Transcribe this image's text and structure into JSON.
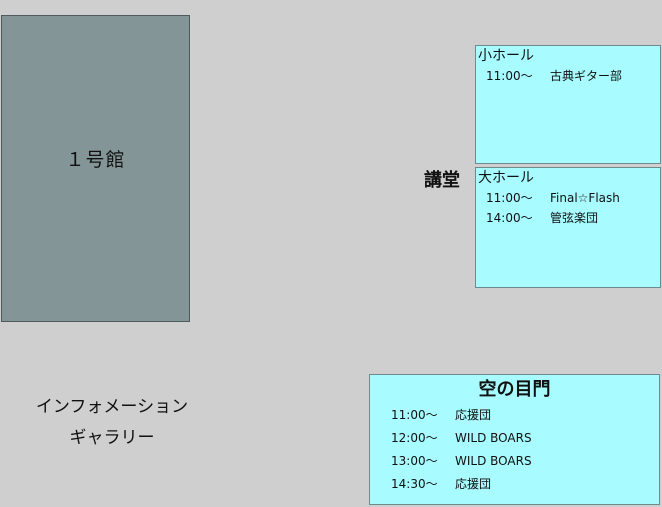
{
  "building": {
    "label": "１号館"
  },
  "venue": {
    "label": "講堂"
  },
  "small_hall": {
    "title": "小ホール",
    "schedule": [
      {
        "time": "11:00〜",
        "act": "古典ギター部"
      }
    ]
  },
  "large_hall": {
    "title": "大ホール",
    "schedule": [
      {
        "time": "11:00〜",
        "act": "Final☆Flash"
      },
      {
        "time": "14:00〜",
        "act": "管弦楽団"
      }
    ]
  },
  "gate": {
    "title": "空の目門",
    "schedule": [
      {
        "time": "11:00〜",
        "act": "応援団"
      },
      {
        "time": "12:00〜",
        "act": "WILD BOARS"
      },
      {
        "time": "13:00〜",
        "act": "WILD BOARS"
      },
      {
        "time": "14:30〜",
        "act": "応援団"
      }
    ]
  },
  "info": {
    "line1": "インフォメーション",
    "line2": "ギャラリー"
  },
  "colors": {
    "background": "#cfcfcf",
    "building": "#849598",
    "stage": "#a8fcff"
  }
}
